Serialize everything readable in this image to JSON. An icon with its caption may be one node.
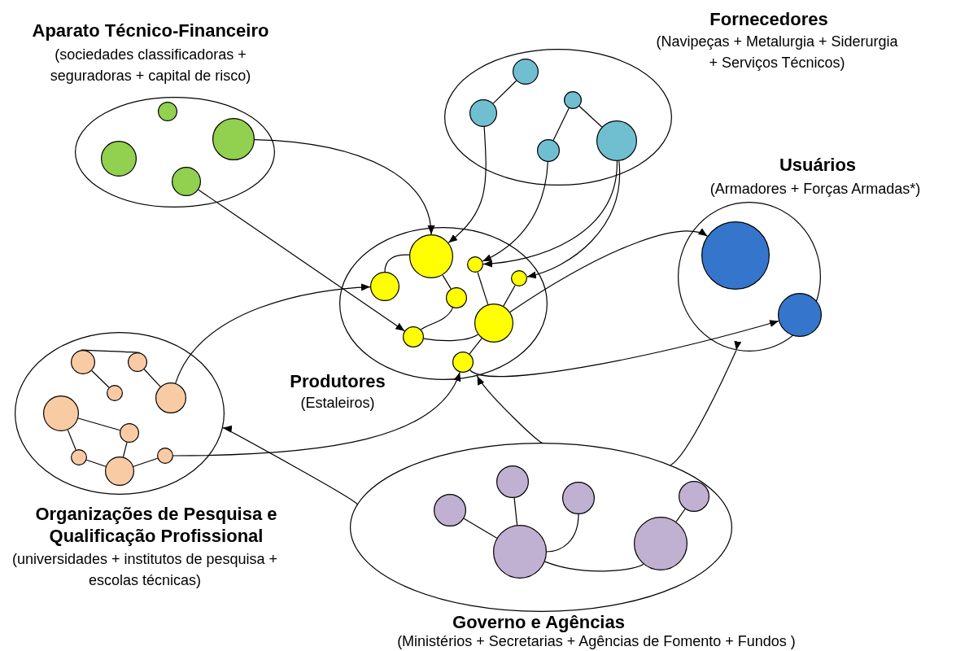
{
  "diagram": {
    "nodes": [
      {
        "text": [
          "Aparato Técnico-Financeiro",
          "(sociedades classificadoras + seguradoras + capital de risco)"
        ]
      },
      {
        "text": [],
        "shape": "circle",
        "in": 0
      },
      {
        "text": [],
        "shape": "circle",
        "in": 0
      },
      {
        "text": [],
        "shape": "circle",
        "in": 0
      },
      {
        "text": [],
        "shape": "circle",
        "in": 0
      },
      {
        "text": [
          "Fornecedores",
          "(Navipeças + Metalurgia + Siderurgia + Serviços Técnicos)"
        ]
      },
      {
        "text": [],
        "shape": "circle",
        "in": 5
      },
      {
        "text": [],
        "shape": "circle",
        "in": 5
      },
      {
        "text": [],
        "shape": "circle",
        "in": 5
      },
      {
        "text": [],
        "shape": "circle",
        "in": 5
      },
      {
        "text": [],
        "shape": "circle",
        "in": 5
      },
      {
        "text": [
          "Usuários",
          "(Armadores + Forças Armadas*)"
        ]
      },
      {
        "text": [],
        "shape": "circle",
        "in": 11
      },
      {
        "text": [],
        "shape": "circle",
        "in": 11
      },
      {
        "text": [
          "Produtores",
          "(Estaleiros)"
        ]
      },
      {
        "text": [],
        "shape": "circle",
        "in": 14
      },
      {
        "text": [],
        "shape": "circle",
        "in": 14
      },
      {
        "text": [],
        "shape": "circle",
        "in": 14
      },
      {
        "text": [],
        "shape": "circle",
        "in": 14
      },
      {
        "text": [],
        "shape": "circle",
        "in": 14
      },
      {
        "text": [],
        "shape": "circle",
        "in": 14
      },
      {
        "text": [],
        "shape": "circle",
        "in": 14
      },
      {
        "text": [],
        "shape": "circle",
        "in": 14
      },
      {
        "text": [
          "Organizações de Pesquisa e Qualificação Profissional",
          "(universidades + institutos de pesquisa + escolas técnicas)"
        ]
      },
      {
        "text": [],
        "shape": "circle",
        "in": 23
      },
      {
        "text": [],
        "shape": "circle",
        "in": 23
      },
      {
        "text": [],
        "shape": "circle",
        "in": 23
      },
      {
        "text": [],
        "shape": "circle",
        "in": 23
      },
      {
        "text": [],
        "shape": "circle",
        "in": 23
      },
      {
        "text": [],
        "shape": "circle",
        "in": 23
      },
      {
        "text": [],
        "shape": "circle",
        "in": 23
      },
      {
        "text": [],
        "shape": "circle",
        "in": 23
      },
      {
        "text": [],
        "shape": "circle",
        "in": 23
      },
      {
        "text": [
          "Governo e Agências",
          "(Ministérios + Secretarias + Agências de Fomento + Fundos )"
        ]
      },
      {
        "text": [],
        "shape": "circle",
        "in": 33
      },
      {
        "text": [],
        "shape": "circle",
        "in": 33
      },
      {
        "text": [],
        "shape": "circle",
        "in": 33
      },
      {
        "text": [],
        "shape": "circle",
        "in": 33
      },
      {
        "text": [],
        "shape": "circle",
        "in": 33
      },
      {
        "text": [],
        "shape": "circle",
        "in": 33
      }
    ],
    "edges": [
      {
        "from": 6,
        "to": 8,
        "arrow": "none"
      },
      {
        "from": 7,
        "to": 10,
        "arrow": "none"
      },
      {
        "from": 7,
        "to": 9,
        "arrow": "none"
      },
      {
        "from": 18,
        "to": 15,
        "arrow": "none"
      },
      {
        "from": 15,
        "to": 19,
        "arrow": "none"
      },
      {
        "from": 19,
        "to": 21,
        "arrow": "none"
      },
      {
        "from": 21,
        "to": 20,
        "arrow": "none"
      },
      {
        "from": 16,
        "to": 20,
        "arrow": "none"
      },
      {
        "from": 17,
        "to": 20,
        "arrow": "none"
      },
      {
        "from": 20,
        "to": 22,
        "arrow": "none"
      },
      {
        "from": 24,
        "to": 25,
        "arrow": "none"
      },
      {
        "from": 24,
        "to": 26,
        "arrow": "none"
      },
      {
        "from": 25,
        "to": 27,
        "arrow": "none"
      },
      {
        "from": 28,
        "to": 29,
        "arrow": "none"
      },
      {
        "from": 28,
        "to": 31,
        "arrow": "none"
      },
      {
        "from": 29,
        "to": 32,
        "arrow": "none"
      },
      {
        "from": 31,
        "to": 32,
        "arrow": "none"
      },
      {
        "from": 32,
        "to": 30,
        "arrow": "none"
      },
      {
        "from": 34,
        "to": 39,
        "arrow": "none"
      },
      {
        "from": 37,
        "to": 39,
        "arrow": "none"
      },
      {
        "from": 36,
        "to": 39,
        "arrow": "none"
      },
      {
        "from": 35,
        "to": 38,
        "arrow": "none"
      },
      {
        "from": 39,
        "to": 38,
        "arrow": "none"
      },
      {
        "from": 2,
        "to": 15,
        "arrow": "to"
      },
      {
        "from": 4,
        "to": 21,
        "arrow": "to"
      },
      {
        "from": 8,
        "to": 15,
        "arrow": "to"
      },
      {
        "from": 10,
        "to": 16,
        "arrow": "to"
      },
      {
        "from": 9,
        "to": 16,
        "arrow": "to"
      },
      {
        "from": 9,
        "to": 17,
        "arrow": "to"
      },
      {
        "from": 20,
        "to": 12,
        "arrow": "to"
      },
      {
        "from": 22,
        "to": 13,
        "arrow": "to"
      },
      {
        "from": 27,
        "to": 18,
        "arrow": "to"
      },
      {
        "from": 30,
        "to": 22,
        "arrow": "to"
      },
      {
        "from": 33,
        "to": 23,
        "arrow": "to"
      },
      {
        "from": 33,
        "to": 14,
        "arrow": "to"
      },
      {
        "from": 33,
        "to": 11,
        "arrow": "to"
      }
    ]
  }
}
